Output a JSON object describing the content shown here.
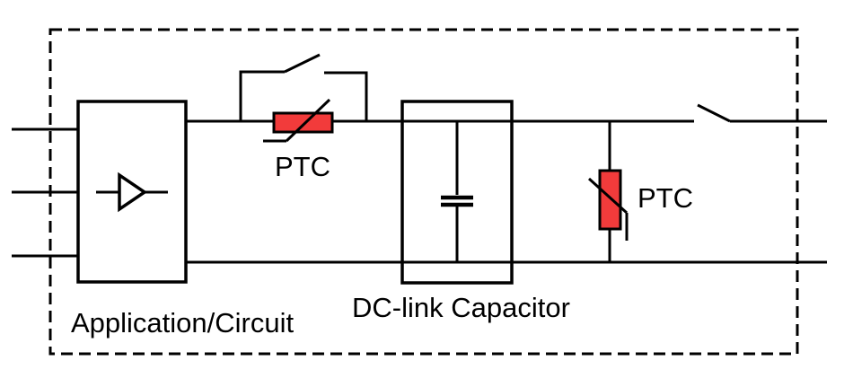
{
  "diagram": {
    "type": "circuit-schematic",
    "description": "Inrush current limiting circuit with PTC thermistors",
    "labels": {
      "application_box": "Application/Circuit",
      "dc_link_box": "DC-link Capacitor",
      "ptc_series": "PTC",
      "ptc_shunt": "PTC"
    },
    "components": [
      "enclosure-dashed-boundary",
      "three-phase-input-lines",
      "rectifier-application-box",
      "series-ptc-thermistor",
      "bypass-relay-switch",
      "dc-link-capacitor",
      "shunt-ptc-thermistor",
      "output-switch"
    ],
    "colors": {
      "ptc_fill": "#f23b3b",
      "wire": "#000000",
      "background": "#ffffff"
    }
  }
}
